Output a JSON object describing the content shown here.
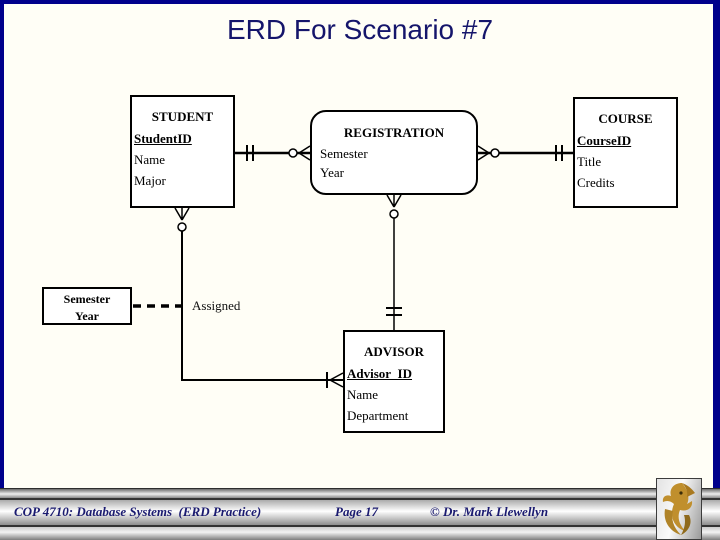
{
  "slide": {
    "title": "ERD For Scenario #7",
    "colors": {
      "frame_border": "#00008B",
      "title_text": "#15156B",
      "footer_text": "#1A1A70",
      "background": "#FFFEF6",
      "diagram_ink": "#000000",
      "logo_gold": "#C08F2D"
    }
  },
  "diagram": {
    "entities": {
      "student": {
        "name": "STUDENT",
        "attributes": [
          "StudentID",
          "Name",
          "Major"
        ],
        "key": "StudentID"
      },
      "registration": {
        "name": "REGISTRATION",
        "attributes": [
          "Semester",
          "Year"
        ],
        "key": ""
      },
      "course": {
        "name": "COURSE",
        "attributes": [
          "CourseID",
          "Title",
          "Credits"
        ],
        "key": "CourseID"
      },
      "advisor": {
        "name": "ADVISOR",
        "attributes": [
          "Advisor_ID",
          "Name",
          "Department"
        ],
        "key": "Advisor_ID"
      }
    },
    "annotation_box": {
      "line1": "Semester",
      "line2": "Year"
    },
    "relationship_label": "Assigned",
    "relationships": [
      {
        "from": "STUDENT",
        "to": "REGISTRATION",
        "from_cardinality": "mandatory-one (||)",
        "to_cardinality": "optional-many (o<)"
      },
      {
        "from": "REGISTRATION",
        "to": "COURSE",
        "from_cardinality": "optional-many (>o)",
        "to_cardinality": "mandatory-one (||)"
      },
      {
        "from": "STUDENT",
        "to": "ADVISOR",
        "from_cardinality": "optional-many (o, crow-foot)",
        "to_cardinality": "mandatory-many (|<)",
        "label": "Assigned",
        "annotation": "Semester Year"
      },
      {
        "from": "REGISTRATION",
        "to": "ADVISOR",
        "from_cardinality": "optional-many (o, crow-foot)",
        "to_cardinality": "mandatory-one (=)"
      }
    ]
  },
  "footer": {
    "course": "COP 4710: Database Systems  (ERD Practice)",
    "page": "Page 17",
    "copyright": "© Dr. Mark Llewellyn",
    "logo": "ucf-pegasus"
  }
}
